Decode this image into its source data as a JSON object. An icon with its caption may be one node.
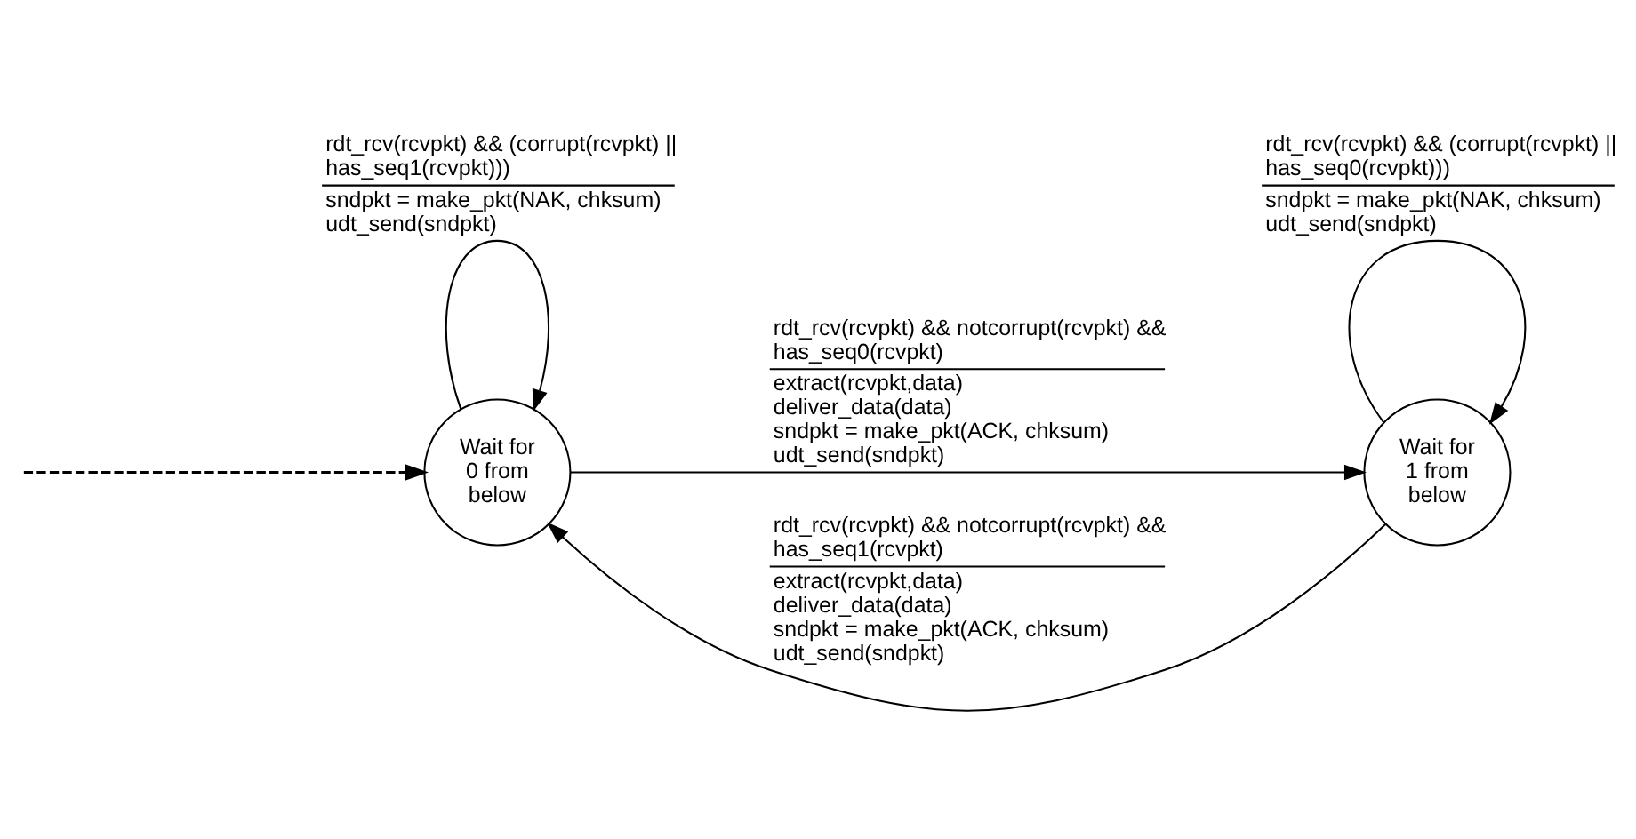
{
  "diagram": {
    "nodes": [
      {
        "text": [
          "Wait for 0 from below"
        ]
      },
      {
        "text": [
          "Wait for 1 from below"
        ]
      }
    ],
    "edges": [
      {
        "from": null,
        "to": 0,
        "arrow": "to",
        "style": "dashed"
      },
      {
        "from": 0,
        "to": 0,
        "arrow": "to",
        "label": [
          "rdt_rcv(rcvpkt) && (corrupt(rcvpkt) || has_seq1(rcvpkt)))",
          "sndpkt = make_pkt(NAK, chksum)",
          "udt_send(sndpkt)"
        ]
      },
      {
        "from": 0,
        "to": 1,
        "arrow": "to",
        "label": [
          "rdt_rcv(rcvpkt) && notcorrupt(rcvpkt) && has_seq0(rcvpkt)",
          "extract(rcvpkt,data)",
          "deliver_data(data)",
          "sndpkt = make_pkt(ACK, chksum)",
          "udt_send(sndpkt)"
        ]
      },
      {
        "from": 1,
        "to": 1,
        "arrow": "to",
        "label": [
          "rdt_rcv(rcvpkt) && (corrupt(rcvpkt) || has_seq0(rcvpkt)))",
          "sndpkt = make_pkt(NAK, chksum)",
          "udt_send(sndpkt)"
        ]
      },
      {
        "from": 1,
        "to": 0,
        "arrow": "to",
        "label": [
          "rdt_rcv(rcvpkt) && notcorrupt(rcvpkt) && has_seq1(rcvpkt)",
          "extract(rcvpkt,data)",
          "deliver_data(data)",
          "sndpkt = make_pkt(ACK, chksum)",
          "udt_send(sndpkt)"
        ]
      }
    ]
  }
}
